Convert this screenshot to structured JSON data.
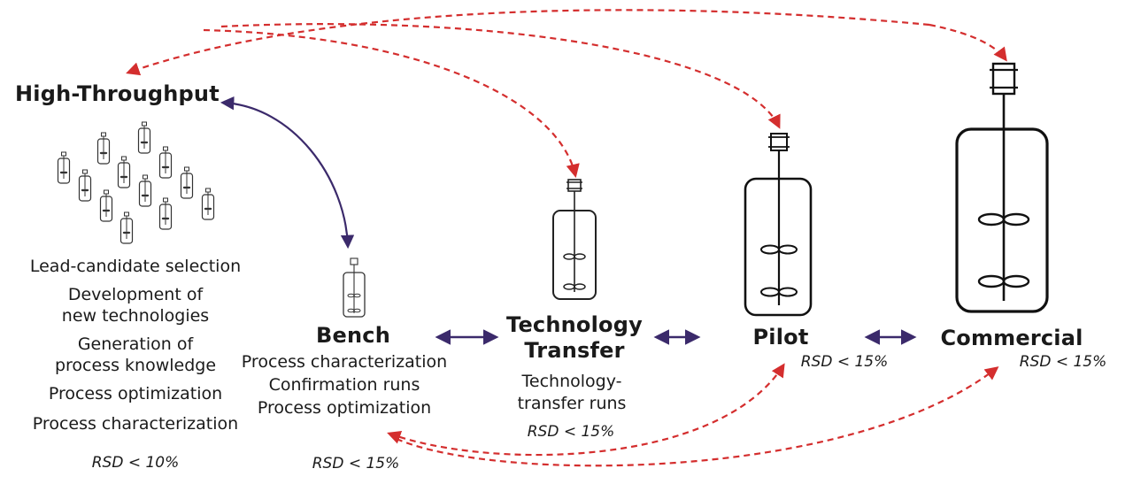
{
  "stages": {
    "high_throughput": {
      "title": "High-Throughput",
      "activities": [
        "Lead-candidate selection",
        "Development of",
        "new technologies",
        "Generation of",
        "process knowledge",
        "Process optimization",
        "Process characterization"
      ],
      "rsd": "RSD < 10%"
    },
    "bench": {
      "title": "Bench",
      "activities": [
        "Process characterization",
        "Confirmation runs",
        "Process optimization"
      ],
      "rsd": "RSD < 15%"
    },
    "technology_transfer": {
      "title": [
        "Technology",
        "Transfer"
      ],
      "activities": [
        "Technology-",
        "transfer runs"
      ],
      "rsd": "RSD < 15%"
    },
    "pilot": {
      "title": "Pilot",
      "rsd": "RSD < 15%"
    },
    "commercial": {
      "title": "Commercial",
      "rsd": "RSD < 15%"
    }
  },
  "colors": {
    "scale_arrow": "#3b2a6b",
    "transfer_arrow": "#d42e2e",
    "vessel_outline": "#1a1a1a"
  }
}
